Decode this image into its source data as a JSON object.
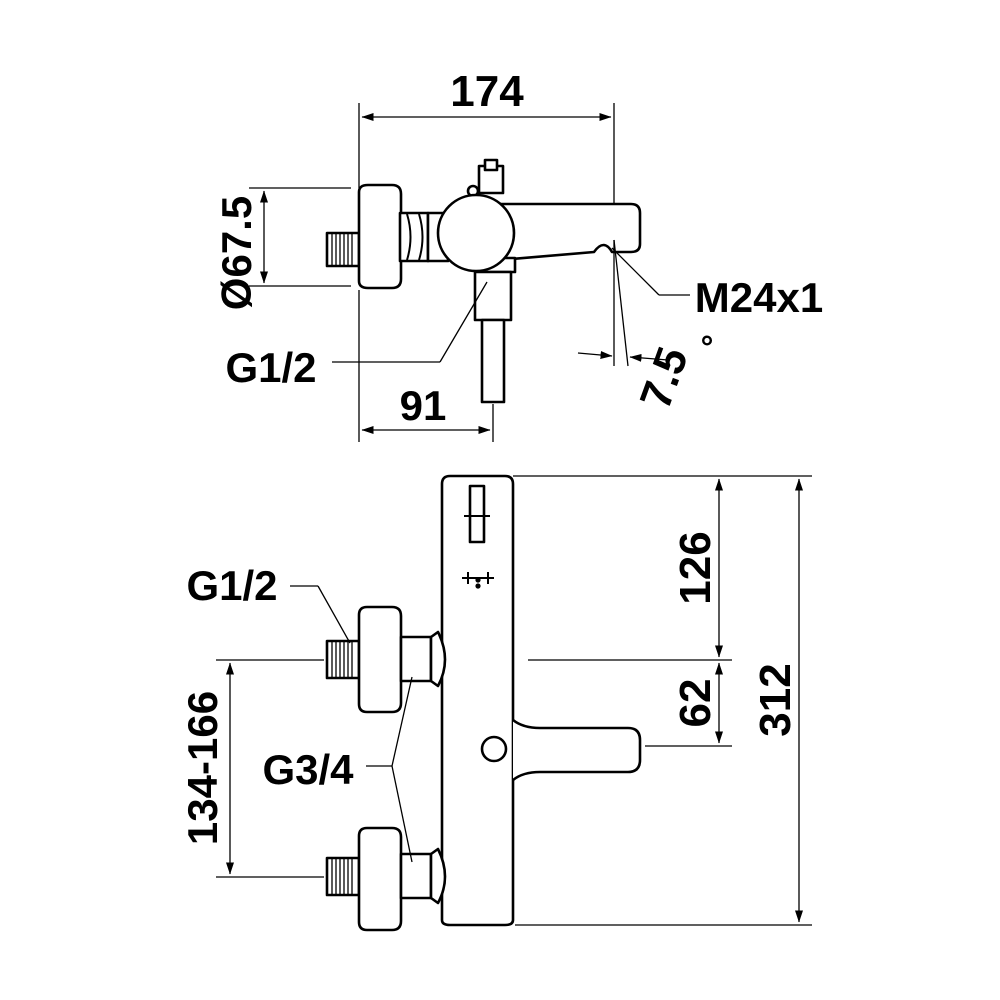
{
  "palette": {
    "ink": "#000000",
    "paper": "#ffffff"
  },
  "top_view": {
    "dim_total_width": "174",
    "dim_diameter": "Ø67.5",
    "dim_outlet_offset": "91",
    "label_inlet_thread": "G1/2",
    "label_spout_thread": "M24x1",
    "dim_angle": "7.5",
    "dim_angle_unit": "°"
  },
  "front_view": {
    "label_inlet_thread": "G1/2",
    "label_outlet_thread": "G3/4",
    "dim_centres": "134-166",
    "dim_upper_height": "126",
    "dim_spout_height": "62",
    "dim_total_height": "312"
  }
}
